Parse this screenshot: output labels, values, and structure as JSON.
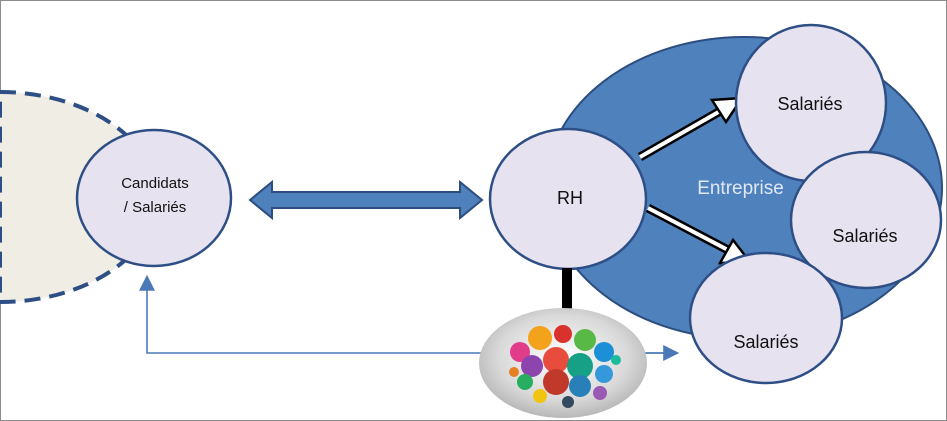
{
  "nodes": {
    "candidats": {
      "line1": "Candidats",
      "line2": "/ Salariés"
    },
    "rh": "RH",
    "entreprise": "Entreprise",
    "salaries": [
      "Salariés",
      "Salariés",
      "Salariés"
    ]
  },
  "icons": {
    "social_media_cloud": "social-media-icons-cluster"
  },
  "colors": {
    "entreprise_fill": "#4f81bd",
    "node_fill": "#e6e2f0",
    "node_stroke": "#2e4f85",
    "external_fill": "#efede4",
    "connector": "#4a79b8"
  }
}
